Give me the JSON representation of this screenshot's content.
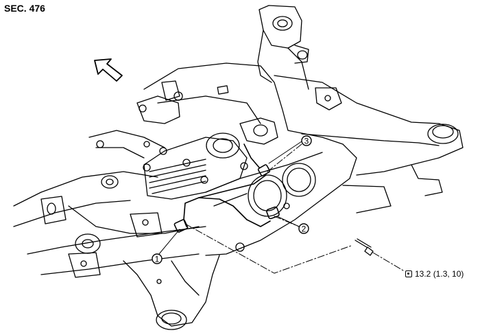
{
  "header": {
    "section_label": "SEC. 476"
  },
  "callouts": [
    {
      "number": "1"
    },
    {
      "number": "2"
    },
    {
      "number": "3"
    }
  ],
  "torque": {
    "icon": "tightening-torque-icon",
    "value": "13.2 (1.3, 10)"
  },
  "front_arrow": {
    "icon": "front-direction-arrow-icon"
  }
}
